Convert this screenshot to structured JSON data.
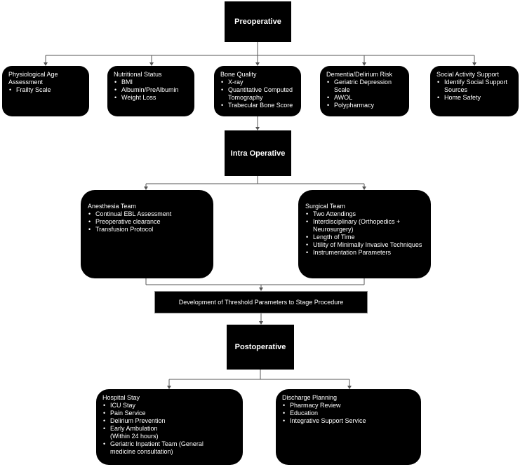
{
  "stages": {
    "preoperative": "Preoperative",
    "intraoperative": "Intra Operative",
    "postoperative": "Postoperative"
  },
  "preop_boxes": [
    {
      "title": "Physiological Age Assessment",
      "items": [
        "Frailty Scale"
      ]
    },
    {
      "title": "Nutritional Status",
      "items": [
        "BMI",
        "Albumin/PreAlbumin",
        "Weight Loss"
      ]
    },
    {
      "title": "Bone Quality",
      "items": [
        "X-ray",
        "Quantitative Computed Tomography",
        "Trabecular Bone Score"
      ]
    },
    {
      "title": "Dementia/Delirium Risk",
      "items": [
        "Geriatric Depression Scale",
        "AWOL",
        "Polypharmacy"
      ]
    },
    {
      "title": "Social Activity Support",
      "items": [
        "Identify Social Support Sources",
        "Home Safety"
      ]
    }
  ],
  "intraop_boxes": [
    {
      "title": "Anesthesia Team",
      "items": [
        "Continual EBL Assessment",
        "Preoperative clearance",
        "Transfusion Protocol"
      ]
    },
    {
      "title": "Surgical Team",
      "items": [
        "Two Attendings",
        "Interdisciplinary (Orthopedics + Neurosurgery)",
        "Length of Time",
        "Utility of Minimally Invasive Techniques",
        "Instrumentation Parameters"
      ]
    }
  ],
  "threshold": "Development of Threshold Parameters to Stage Procedure",
  "postop_boxes": [
    {
      "title": "Hospital Stay",
      "items": [
        "ICU Stay",
        "Pain Service",
        "Delirium Prevention",
        "Early Ambulation (Within 24 hours)",
        "Geriatric Inpatient Team (General medicine consultation)"
      ]
    },
    {
      "title": "Discharge Planning",
      "items": [
        "Pharmacy Review",
        "Education",
        "Integrative Support Service"
      ]
    }
  ]
}
